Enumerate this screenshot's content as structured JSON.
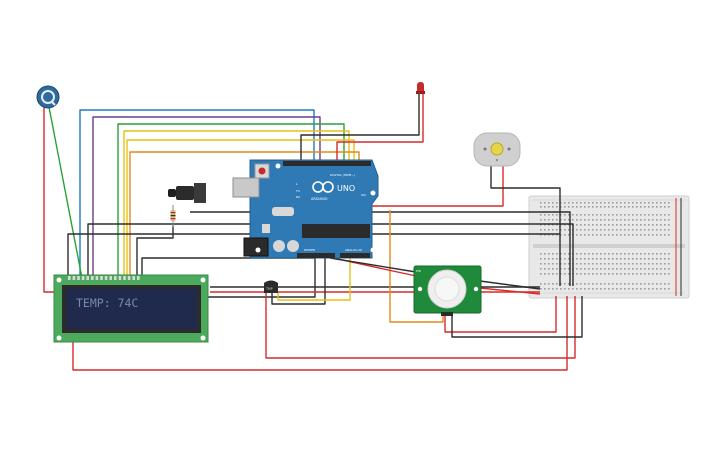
{
  "circuit": {
    "lcd": {
      "text": "TEMP: 74C"
    },
    "arduino": {
      "brand": "ARDUINO",
      "model": "UNO",
      "digital_label": "DIGITAL (PWM~)",
      "power_label": "POWER",
      "analog_label": "ANALOG IN",
      "on_label": "ON",
      "tx_label": "TX",
      "rx_label": "RX",
      "l_label": "L"
    },
    "sensor": {
      "label": "PIR"
    },
    "temp_sensor": {
      "label": "TMP"
    },
    "wire_colors": {
      "red": "#d62b2b",
      "black": "#2d2d2d",
      "blue": "#1f7cc1",
      "purple": "#6b3d8c",
      "green": "#2aa13a",
      "yellow": "#e3c21a",
      "orange": "#e38a1a"
    },
    "component_colors": {
      "arduino_board": "#2f7ab4",
      "lcd_board": "#4caa5c",
      "lcd_screen": "#1f2a4d",
      "lcd_text": "#7b86a8",
      "pir_board": "#1e8a3a",
      "breadboard": "#e9e9e9",
      "potentiometer": "#2e6a9e",
      "led": "#c62a2a",
      "motor": "#d0d0d0"
    }
  }
}
